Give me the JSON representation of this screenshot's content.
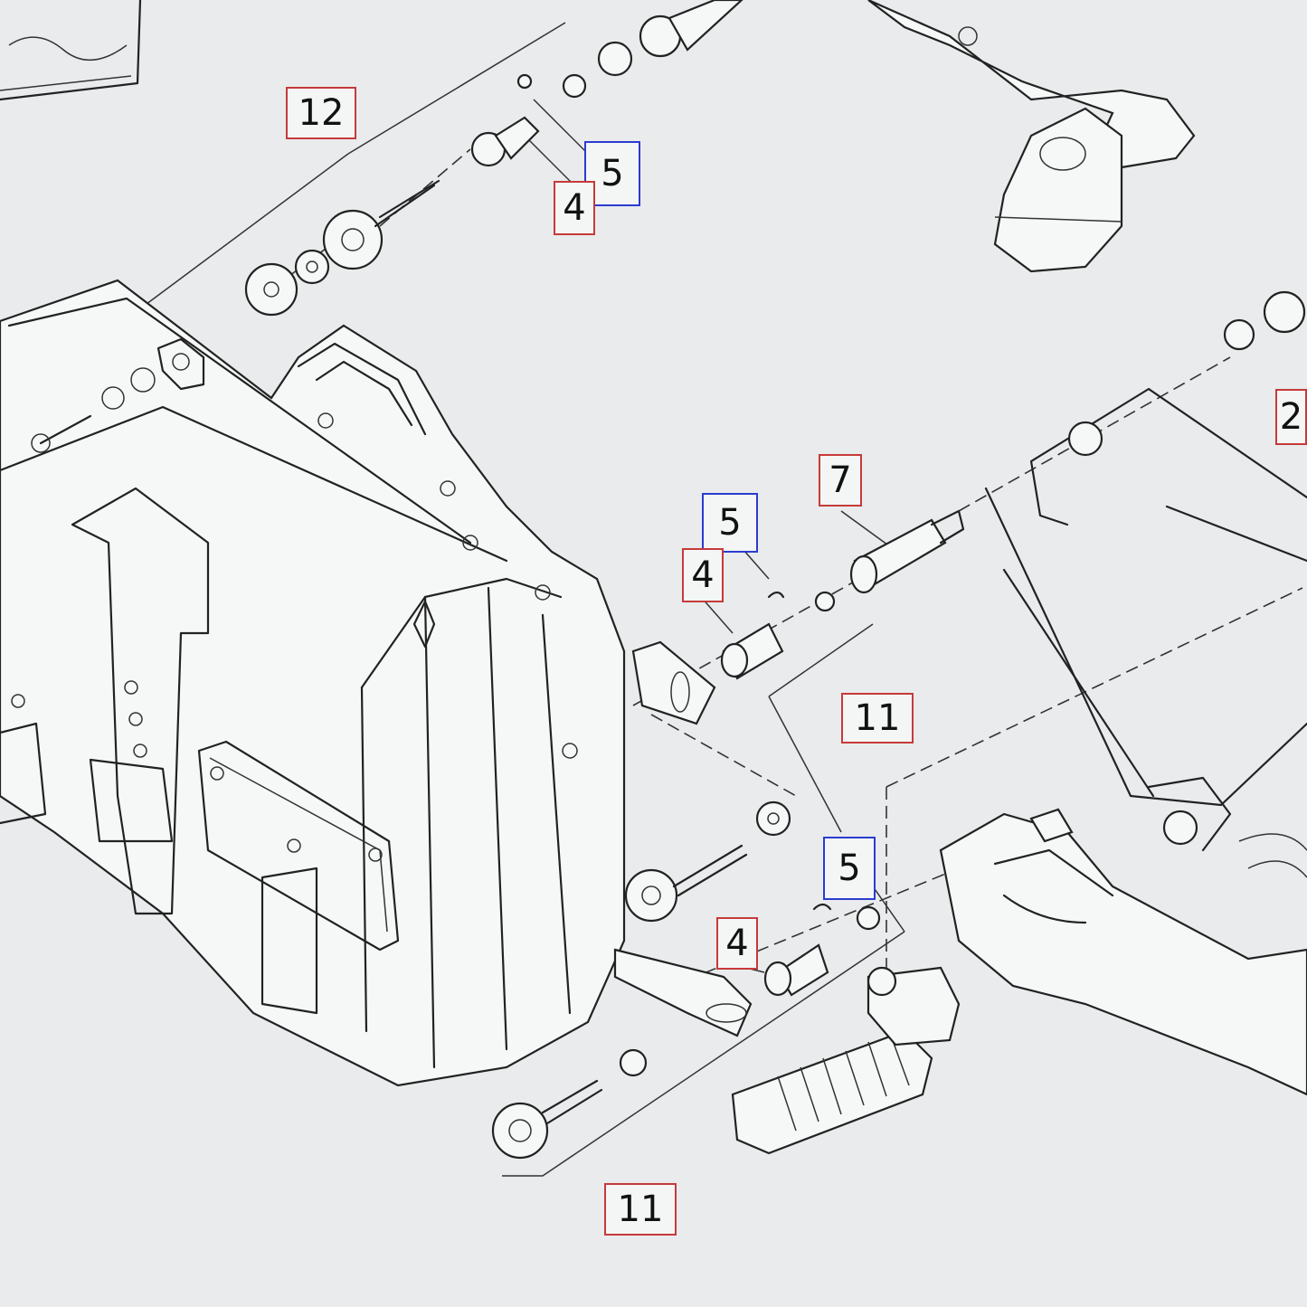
{
  "diagram": {
    "background": "#e9ebec",
    "callout_color_red": "#c63a3a",
    "callout_color_blue": "#2b3ccf",
    "callouts": [
      {
        "label": "12",
        "color": "red"
      },
      {
        "label": "5",
        "color": "blue"
      },
      {
        "label": "4",
        "color": "red"
      },
      {
        "label": "2",
        "color": "red"
      },
      {
        "label": "7",
        "color": "red"
      },
      {
        "label": "5",
        "color": "blue"
      },
      {
        "label": "4",
        "color": "red"
      },
      {
        "label": "11",
        "color": "red"
      },
      {
        "label": "5",
        "color": "blue"
      },
      {
        "label": "4",
        "color": "red"
      },
      {
        "label": "11",
        "color": "red"
      }
    ]
  }
}
